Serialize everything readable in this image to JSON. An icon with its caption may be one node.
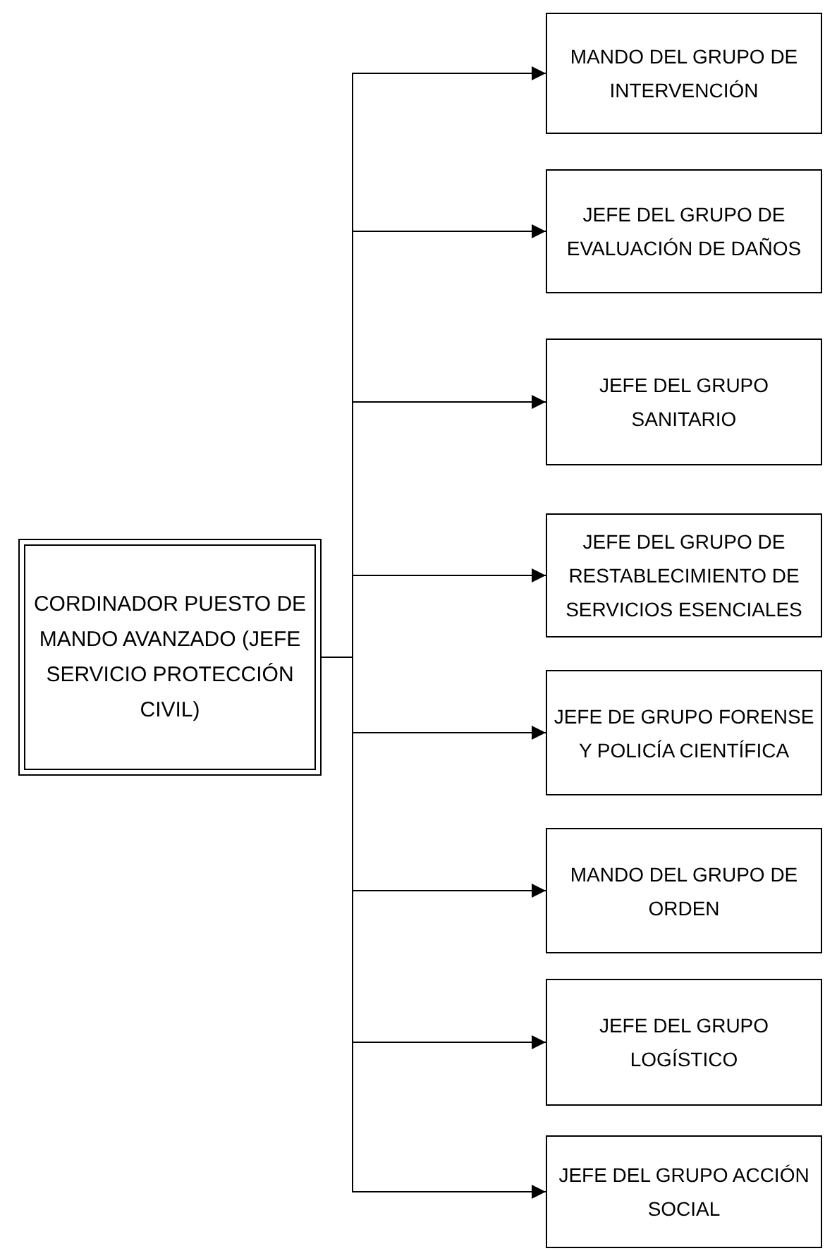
{
  "diagram": {
    "nodes": [
      {
        "text": [
          "CORDINADOR PUESTO DE MANDO AVANZADO (JEFE SERVICIO PROTECCIÓN CIVIL)"
        ]
      },
      {
        "text": [
          "MANDO DEL GRUPO DE INTERVENCIÓN"
        ]
      },
      {
        "text": [
          "JEFE DEL GRUPO DE EVALUACIÓN DE DAÑOS"
        ]
      },
      {
        "text": [
          "JEFE DEL GRUPO SANITARIO"
        ]
      },
      {
        "text": [
          "JEFE DEL GRUPO DE RESTABLECIMIENTO DE SERVICIOS ESENCIALES"
        ]
      },
      {
        "text": [
          "JEFE DE GRUPO FORENSE Y POLICÍA CIENTÍFICA"
        ]
      },
      {
        "text": [
          "MANDO DEL GRUPO DE ORDEN"
        ]
      },
      {
        "text": [
          "JEFE DEL GRUPO LOGÍSTICO"
        ]
      },
      {
        "text": [
          "JEFE DEL GRUPO ACCIÓN SOCIAL"
        ]
      }
    ],
    "edges": [
      {
        "from": 0,
        "to": 1,
        "arrow": "to"
      },
      {
        "from": 0,
        "to": 2,
        "arrow": "to"
      },
      {
        "from": 0,
        "to": 3,
        "arrow": "to"
      },
      {
        "from": 0,
        "to": 4,
        "arrow": "to"
      },
      {
        "from": 0,
        "to": 5,
        "arrow": "to"
      },
      {
        "from": 0,
        "to": 6,
        "arrow": "to"
      },
      {
        "from": 0,
        "to": 7,
        "arrow": "to"
      },
      {
        "from": 0,
        "to": 8,
        "arrow": "to"
      }
    ]
  }
}
